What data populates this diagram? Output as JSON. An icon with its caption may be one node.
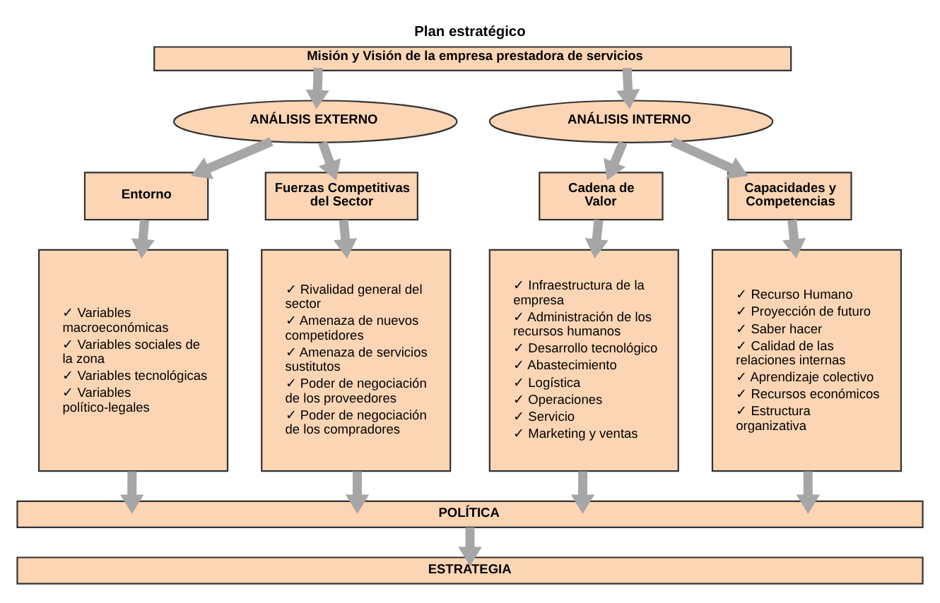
{
  "diagram": {
    "title": "Plan estratégico",
    "nodes": [
      {
        "text": [
          "Misión y Visión de la empresa prestadora de servicios"
        ]
      },
      {
        "text": [
          "ANÁLISIS EXTERNO"
        ]
      },
      {
        "text": [
          "ANÁLISIS INTERNO"
        ]
      },
      {
        "text": [
          "Entorno"
        ]
      },
      {
        "text": [
          "Fuerzas Competitivas del Sector"
        ]
      },
      {
        "text": [
          "Cadena de Valor"
        ]
      },
      {
        "text": [
          "Capacidades y Competencias"
        ]
      },
      {
        "text": [
          "✓ Variables macroeconómicas",
          "✓ Variables sociales de la zona",
          "✓ Variables tecnológicas",
          "✓ Variables político-legales"
        ]
      },
      {
        "text": [
          "✓ Rivalidad general del sector",
          "✓ Amenaza de nuevos competidores",
          "✓ Amenaza de servicios sustitutos",
          "✓ Poder de negociación de los proveedores",
          "✓ Poder de negociación de los compradores"
        ]
      },
      {
        "text": [
          "✓ Infraestructura de la empresa",
          "✓ Administración de los recursos humanos",
          "✓ Desarrollo tecnológico",
          "✓ Abastecimiento",
          "✓ Logística",
          "✓ Operaciones",
          "✓ Servicio",
          "✓ Marketing y ventas"
        ]
      },
      {
        "text": [
          "✓ Recurso Humano",
          "✓ Proyección de futuro",
          "✓ Saber hacer",
          "✓ Calidad de las relaciones internas",
          "✓ Aprendizaje colectivo",
          "✓ Recursos económicos",
          "✓ Estructura organizativa"
        ]
      },
      {
        "text": [
          "POLÍTICA"
        ]
      },
      {
        "text": [
          "ESTRATEGIA"
        ]
      }
    ],
    "edges": [
      {
        "from": 0,
        "to": 1,
        "arrow": "to"
      },
      {
        "from": 0,
        "to": 2,
        "arrow": "to"
      },
      {
        "from": 1,
        "to": 3,
        "arrow": "to"
      },
      {
        "from": 1,
        "to": 4,
        "arrow": "to"
      },
      {
        "from": 2,
        "to": 5,
        "arrow": "to"
      },
      {
        "from": 2,
        "to": 6,
        "arrow": "to"
      },
      {
        "from": 3,
        "to": 7,
        "arrow": "to"
      },
      {
        "from": 4,
        "to": 8,
        "arrow": "to"
      },
      {
        "from": 5,
        "to": 9,
        "arrow": "to"
      },
      {
        "from": 6,
        "to": 10,
        "arrow": "to"
      },
      {
        "from": 7,
        "to": 11,
        "arrow": "to"
      },
      {
        "from": 8,
        "to": 11,
        "arrow": "to"
      },
      {
        "from": 9,
        "to": 11,
        "arrow": "to"
      },
      {
        "from": 10,
        "to": 11,
        "arrow": "to"
      },
      {
        "from": 11,
        "to": 12,
        "arrow": "to"
      }
    ]
  }
}
